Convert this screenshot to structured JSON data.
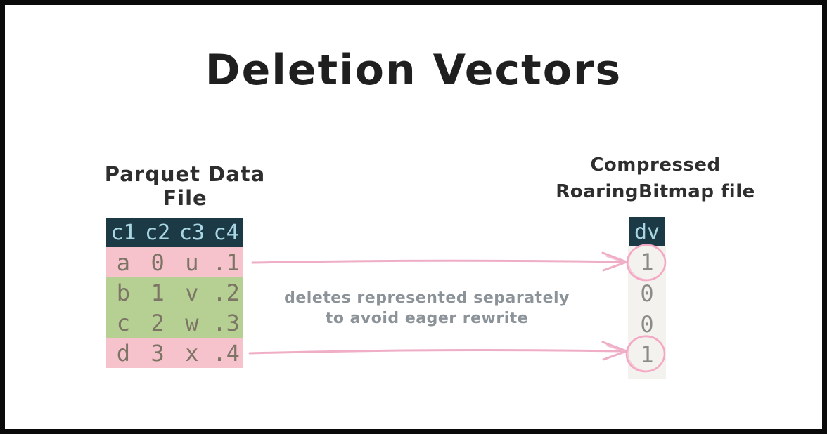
{
  "title": "Deletion Vectors",
  "left": {
    "label": "Parquet Data File",
    "table": {
      "headers": [
        "c1",
        "c2",
        "c3",
        "c4"
      ],
      "rows": [
        {
          "cells": [
            "a",
            "0",
            "u",
            ".1"
          ],
          "deleted": true
        },
        {
          "cells": [
            "b",
            "1",
            "v",
            ".2"
          ],
          "deleted": false
        },
        {
          "cells": [
            "c",
            "2",
            "w",
            ".3"
          ],
          "deleted": false
        },
        {
          "cells": [
            "d",
            "3",
            "x",
            ".4"
          ],
          "deleted": true
        }
      ]
    }
  },
  "right": {
    "label_line1": "Compressed",
    "label_line2": "RoaringBitmap file",
    "column": {
      "header": "dv",
      "values": [
        "1",
        "0",
        "0",
        "1"
      ],
      "circled": [
        true,
        false,
        false,
        true
      ]
    }
  },
  "note": {
    "line1": "deletes represented separately",
    "line2": "to avoid eager rewrite"
  },
  "colors": {
    "header_teal": "#1c3a46",
    "header_text_blue": "#a9d6e3",
    "deleted_row_pink": "#f6c2cc",
    "kept_row_green": "#b6cf93",
    "cell_text": "#7c7566",
    "dv_body_bg": "#f4f2ee",
    "dv_text": "#8b8b88",
    "arrow_pink": "#efaec6",
    "note_gray": "#8b9298",
    "ink": "#1f1f1f"
  }
}
